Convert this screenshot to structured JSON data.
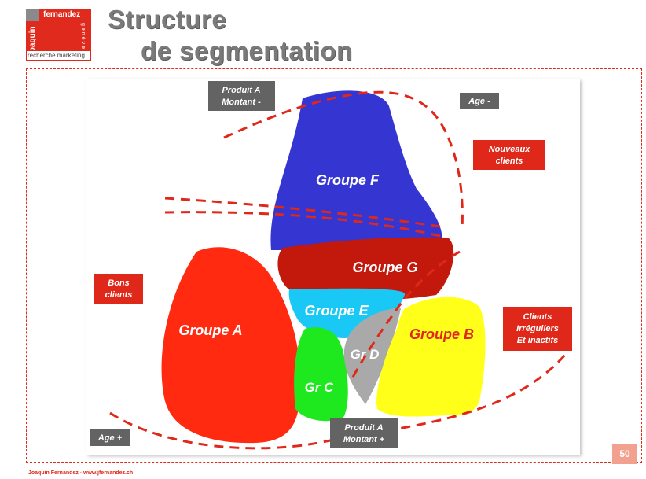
{
  "logo": {
    "brand_name": "fernandez",
    "first_name": "joaquin",
    "city": "genève",
    "tagline": "recherche marketing"
  },
  "title": {
    "line1": "Structure",
    "line2": "de segmentation"
  },
  "groups": [
    {
      "id": "A",
      "label": "Groupe A",
      "color": "#ff2a10"
    },
    {
      "id": "B",
      "label": "Groupe B",
      "color": "#ffff1a"
    },
    {
      "id": "C",
      "label": "Gr C",
      "color": "#1ee81e"
    },
    {
      "id": "D",
      "label": "Gr D",
      "color": "#a9a9a9"
    },
    {
      "id": "E",
      "label": "Groupe E",
      "color": "#19c8f4"
    },
    {
      "id": "F",
      "label": "Groupe F",
      "color": "#3535d2"
    },
    {
      "id": "G",
      "label": "Groupe G",
      "color": "#c3190c"
    }
  ],
  "axis_labels": {
    "produit_a_minus": [
      "Produit A",
      "Montant -"
    ],
    "age_minus": "Age -",
    "age_plus": "Age +",
    "produit_a_plus": [
      "Produit A",
      "Montant +"
    ]
  },
  "segment_labels": {
    "nouveaux_clients": [
      "Nouveaux",
      "clients"
    ],
    "bons_clients": [
      "Bons",
      "clients"
    ],
    "clients_irreguliers": [
      "Clients",
      "Irréguliers",
      "Et inactifs"
    ]
  },
  "page_number": "50",
  "footer": "Joaquin Fernandez - www.jfernandez.ch"
}
